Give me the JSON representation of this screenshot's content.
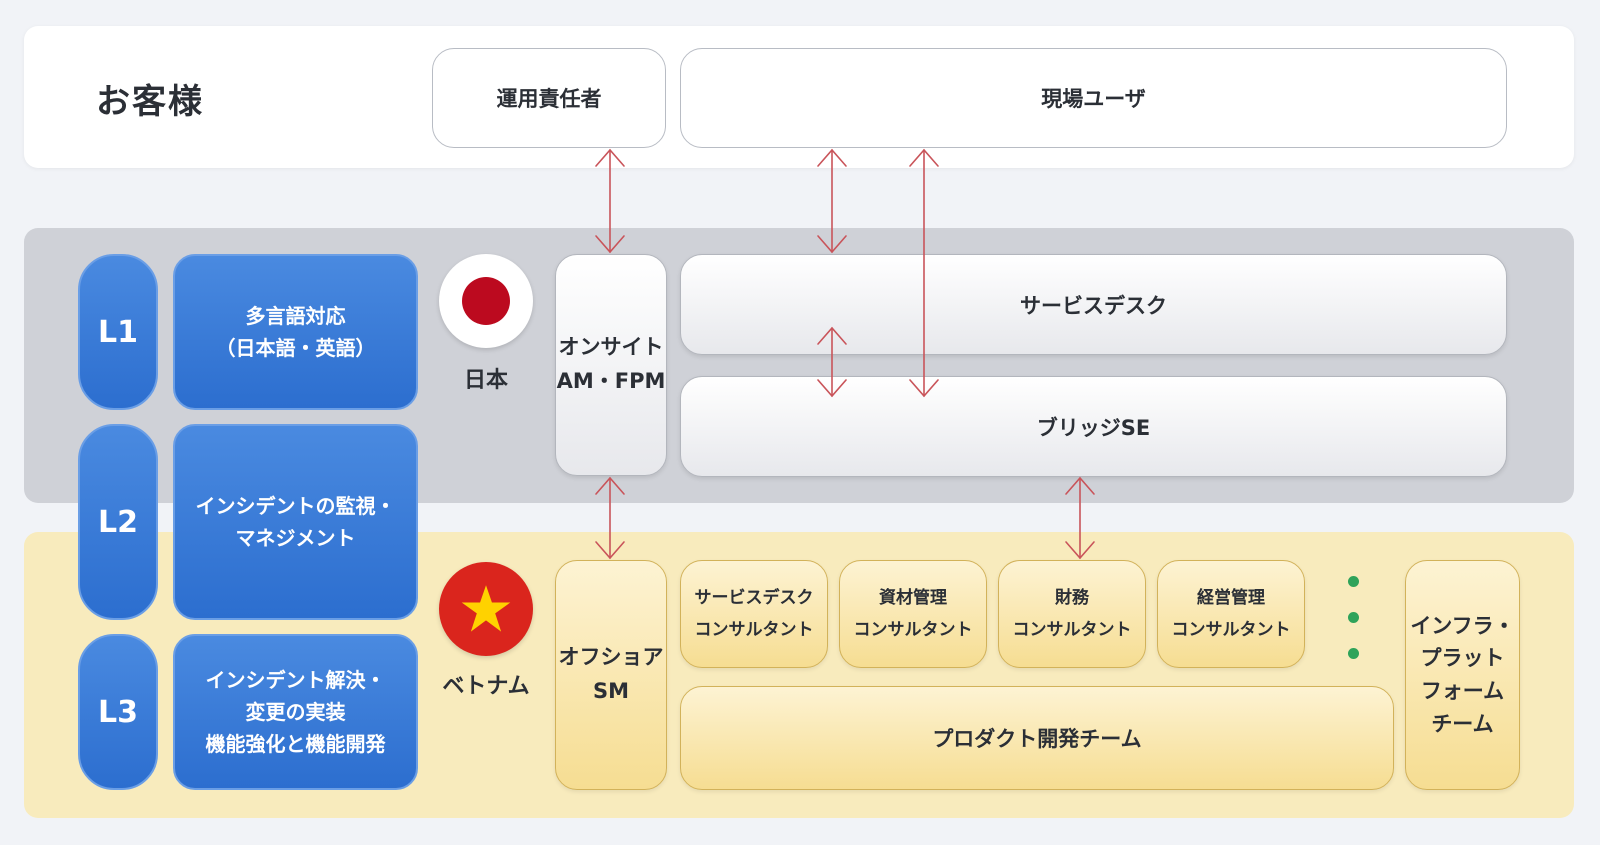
{
  "customer": {
    "label": "お客様",
    "ops_manager": "運用責任者",
    "field_users": "現場ユーザ"
  },
  "japan": {
    "country": "日本",
    "onsite": "オンサイト\nAM・FPM",
    "service_desk": "サービスデスク",
    "bridge_se": "ブリッジSE"
  },
  "vietnam": {
    "country": "ベトナム",
    "offshore": "オフショア\nSM",
    "consultants": [
      "サービスデスク\nコンサルタント",
      "資材管理\nコンサルタント",
      "財務\nコンサルタント",
      "経営管理\nコンサルタント"
    ],
    "product_team": "プロダクト開発チーム",
    "infra_team": "インフラ・\nプラット\nフォーム\nチーム"
  },
  "levels": [
    {
      "level": "L1",
      "desc": "多言語対応\n（日本語・英語）"
    },
    {
      "level": "L2",
      "desc": "インシデントの監視・\nマネジメント"
    },
    {
      "level": "L3",
      "desc": "インシデント解決・\n変更の実装\n機能強化と機能開発"
    }
  ],
  "colors": {
    "arrow": "#c9545a",
    "level_blue": "#2f72d3",
    "japan_red": "#bc0a1f",
    "vietnam_red": "#da251d",
    "vietnam_star": "#ffd200",
    "dots": "#2fa35a"
  },
  "icons": {
    "japan_flag": "japan-flag-icon",
    "vietnam_flag": "vietnam-flag-icon",
    "more": "vertical-dots-icon"
  }
}
